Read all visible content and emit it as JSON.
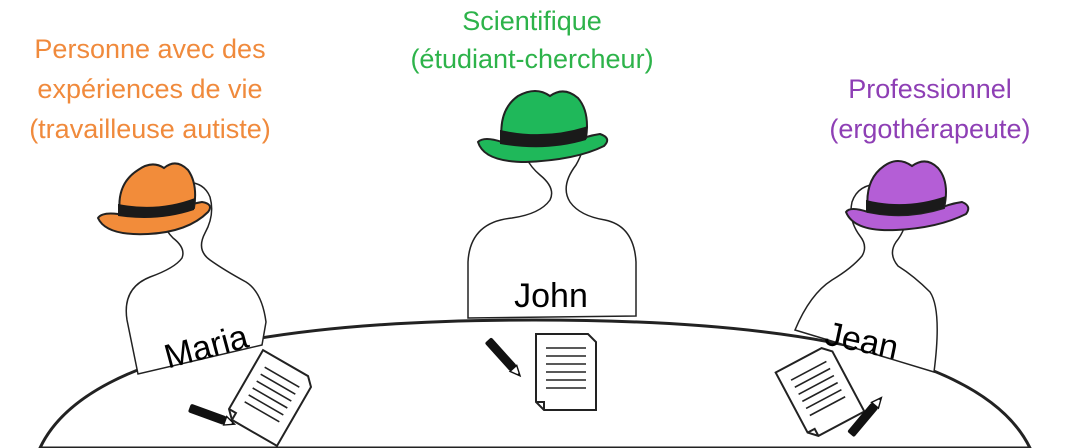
{
  "roles": [
    {
      "lines": [
        "Personne avec des",
        "expériences de vie",
        "(travailleuse autiste)"
      ],
      "name": "Maria",
      "hat_color": "#F28C3A"
    },
    {
      "lines": [
        "Scientifique",
        "(étudiant-chercheur)"
      ],
      "name": "John",
      "hat_color": "#1FB85A"
    },
    {
      "lines": [
        "Professionnel",
        "(ergothérapeute)"
      ],
      "name": "Jean",
      "hat_color": "#B45ED6"
    }
  ],
  "colors": {
    "label_maria": "#F08A3C",
    "label_john": "#2DB34A",
    "label_jean": "#8E3FB5",
    "outline": "#222222",
    "table_fill": "#FFFFFF"
  },
  "icons": [
    "hat-icon",
    "document-icon",
    "pencil-icon"
  ]
}
